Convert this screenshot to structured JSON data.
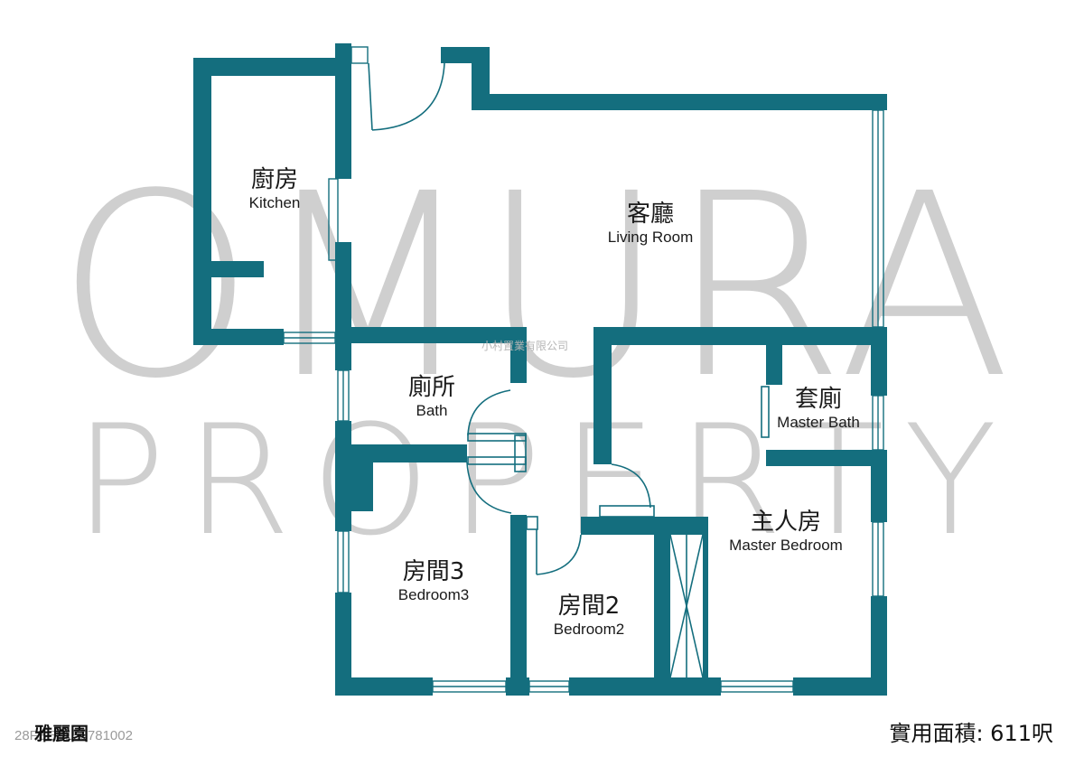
{
  "watermark": {
    "line1": "OMURA",
    "line2": "PROPERTY"
  },
  "agency_mark": "小村置業有限公司",
  "colors": {
    "wall": "#146e7e",
    "window": "#146e7e",
    "watermark": "#cfcfcf"
  },
  "rooms": {
    "kitchen": {
      "zh": "廚房",
      "en": "Kitchen"
    },
    "living": {
      "zh": "客廳",
      "en": "Living Room"
    },
    "bath": {
      "zh": "廁所",
      "en": "Bath"
    },
    "master_bath": {
      "zh": "套廁",
      "en": "Master Bath"
    },
    "master_bedroom": {
      "zh": "主人房",
      "en": "Master Bedroom"
    },
    "bedroom3": {
      "zh": "房間3",
      "en": "Bedroom3"
    },
    "bedroom2": {
      "zh": "房間2",
      "en": "Bedroom2"
    }
  },
  "footer": {
    "estate": "雅麗園",
    "reference": "28FBEBL53781002",
    "area": "實用面積: 611呎"
  }
}
